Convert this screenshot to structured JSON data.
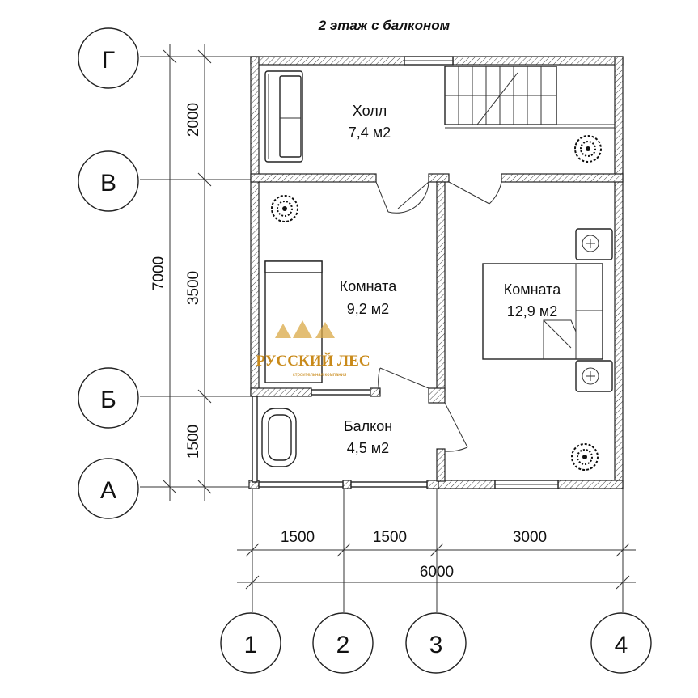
{
  "title": "2 этаж с балконом",
  "axes_letters": [
    "Г",
    "В",
    "Б",
    "А"
  ],
  "axes_numbers": [
    "1",
    "2",
    "3",
    "4"
  ],
  "dims_vertical_inner": [
    "2000",
    "3500",
    "1500"
  ],
  "dim_vertical_total": "7000",
  "dims_horizontal_inner": [
    "1500",
    "1500",
    "3000"
  ],
  "dim_horizontal_total": "6000",
  "rooms": [
    {
      "name": "Холл",
      "area": "7,4 м2"
    },
    {
      "name": "Комната",
      "area": "9,2 м2"
    },
    {
      "name": "Комната",
      "area": "12,9 м2"
    },
    {
      "name": "Балкон",
      "area": "4,5 м2"
    }
  ],
  "watermark": {
    "main": "РУССКИЙ ЛЕС",
    "sub": "строительная компания",
    "color": "#c98a1a"
  }
}
